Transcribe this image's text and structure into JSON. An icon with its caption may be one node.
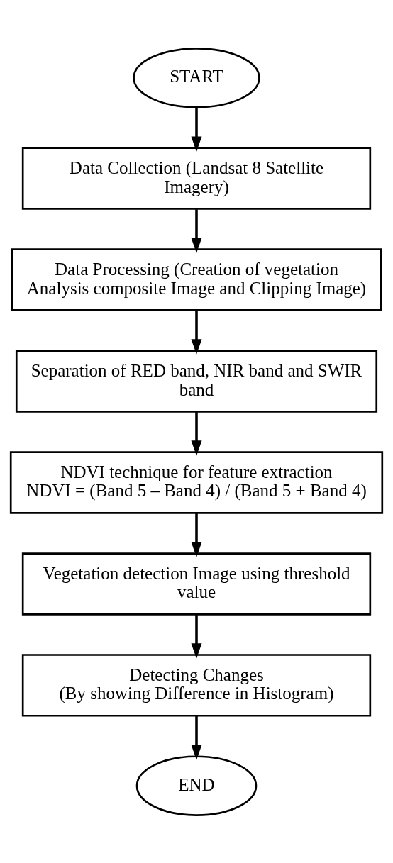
{
  "diagram": {
    "nodes": [
      {
        "text": [
          "START"
        ]
      },
      {
        "text": [
          "Data Collection (Landsat 8 Satellite Imagery)"
        ]
      },
      {
        "text": [
          "Data Processing (Creation of vegetation Analysis composite Image and Clipping Image)"
        ]
      },
      {
        "text": [
          "Separation of RED band, NIR band and SWIR band"
        ]
      },
      {
        "text": [
          "NDVI technique for feature extraction",
          "NDVI = (Band 5 – Band 4) / (Band 5 + Band 4)"
        ]
      },
      {
        "text": [
          "Vegetation detection Image using threshold value"
        ]
      },
      {
        "text": [
          "Detecting Changes",
          "(By showing Difference in Histogram)"
        ]
      },
      {
        "text": [
          "END"
        ]
      }
    ],
    "edges": [
      {
        "from": 0,
        "to": 1,
        "arrow": "to"
      },
      {
        "from": 1,
        "to": 2,
        "arrow": "to"
      },
      {
        "from": 2,
        "to": 3,
        "arrow": "to"
      },
      {
        "from": 3,
        "to": 4,
        "arrow": "to"
      },
      {
        "from": 4,
        "to": 5,
        "arrow": "to"
      },
      {
        "from": 5,
        "to": 6,
        "arrow": "to"
      },
      {
        "from": 6,
        "to": 7,
        "arrow": "to"
      }
    ]
  }
}
